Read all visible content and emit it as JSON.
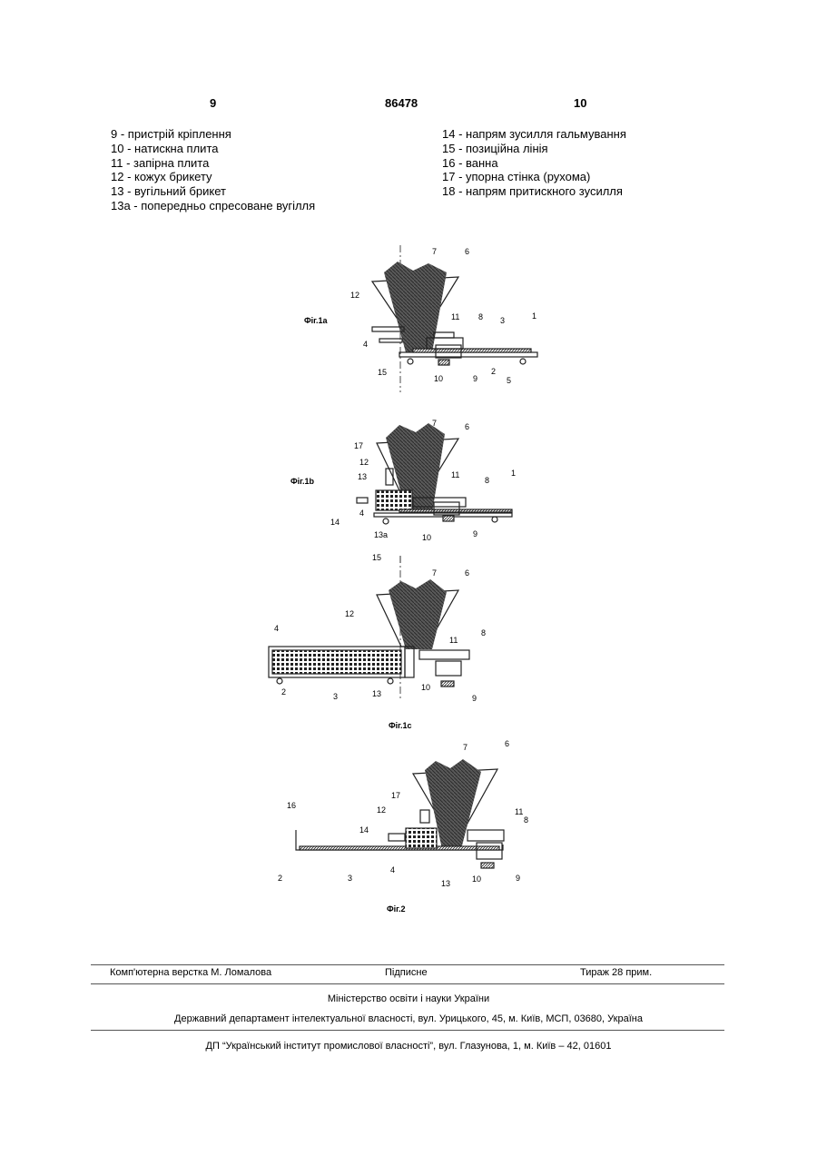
{
  "header": {
    "left_page": "9",
    "patent_number": "86478",
    "right_page": "10"
  },
  "legend": {
    "left": [
      "9 - пристрій кріплення",
      "10 - натискна плита",
      "11 - запірна плита",
      "12 - кожух брикету",
      "13 - вугільний брикет",
      "13а - попередньо спресоване вугілля"
    ],
    "right": [
      "14 - напрям зусилля гальмування",
      "15 - позиційна лінія",
      "16 - ванна",
      "17 - упорна стінка (рухома)",
      "18 - напрям притискного зусилля"
    ]
  },
  "figures": {
    "fig1a": {
      "caption": "Фіг.1а",
      "labels": [
        "7",
        "6",
        "12",
        "11",
        "8",
        "3",
        "1",
        "4",
        "15",
        "10",
        "9",
        "2",
        "5"
      ]
    },
    "fig1b": {
      "caption": "Фіг.1b",
      "labels": [
        "7",
        "6",
        "17",
        "12",
        "13",
        "11",
        "8",
        "1",
        "14",
        "4",
        "13а",
        "10",
        "9",
        "15"
      ]
    },
    "fig1c": {
      "caption": "Фіг.1с",
      "labels": [
        "7",
        "6",
        "4",
        "12",
        "11",
        "8",
        "2",
        "3",
        "13",
        "10",
        "9"
      ]
    },
    "fig2": {
      "caption": "Фіг.2",
      "labels": [
        "7",
        "6",
        "16",
        "17",
        "12",
        "11",
        "8",
        "14",
        "2",
        "3",
        "4",
        "13",
        "10",
        "9"
      ]
    }
  },
  "footer": {
    "layout": "Комп'ютерна верстка М. Ломалова",
    "signed": "Підписне",
    "circulation": "Тираж 28 прим.",
    "ministry": "Міністерство освіти і науки України",
    "department": "Державний департамент інтелектуальної власності, вул. Урицького, 45, м. Київ, МСП, 03680, Україна",
    "institute": "ДП “Український інститут промислової власності”, вул. Глазунова, 1, м. Київ – 42, 01601"
  }
}
